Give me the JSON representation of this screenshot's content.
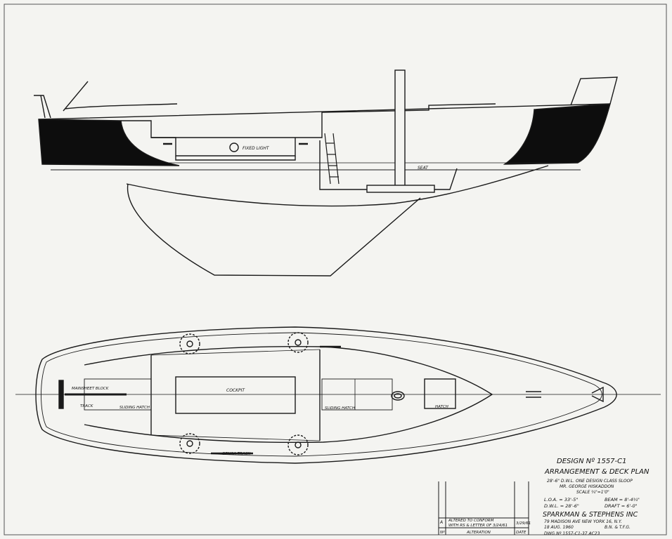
{
  "profile_labels": {
    "fixed_light": "FIXED LIGHT",
    "seat": "SEAT"
  },
  "deck_labels": {
    "mainsheet_block_track": [
      "MAINSHEET BLOCK",
      "TRACK"
    ],
    "sliding_hatch_aft": "SLIDING HATCH",
    "cockpit": "COCKPIT",
    "sliding_hatch_fwd": "SLIDING HATCH",
    "hatch": "HATCH",
    "genoa_track": "GENOA TRACK"
  },
  "title_block": {
    "design_no": "DESIGN Nº 1557-C1",
    "title": "ARRANGEMENT & DECK PLAN",
    "line1": "28'-6\" D.W.L. ONE DESIGN CLASS SLOOP",
    "line2": "MR. GEORGE HISKADDON",
    "scale": "SCALE ¾\"=1'0\"",
    "loa": "L.O.A. = 33'-5\"",
    "beam": "BEAM = 8'-4¾\"",
    "dwl": "D.W.L. = 28'-6\"",
    "draft": "DRAFT = 6'-0\"",
    "firm": "SPARKMAN & STEPHENS INC",
    "address": "79 MADISON AVE    NEW YORK 16, N.Y.",
    "date": "18 AUG. 1960",
    "initials": "B.N. & T.F.G.",
    "dwg_no": "DWG Nº 1557-C1-37   AC23"
  },
  "revision_block": {
    "row_a_letter": "A",
    "row_a_text_1": "ALTERED TO CONFORM",
    "row_a_text_2": "WITH RS & LETTER OF 3/24/61",
    "row_a_date": "3/29/61",
    "header_no": "Nº",
    "header_alteration": "ALTERATION",
    "header_date": "DATE"
  }
}
